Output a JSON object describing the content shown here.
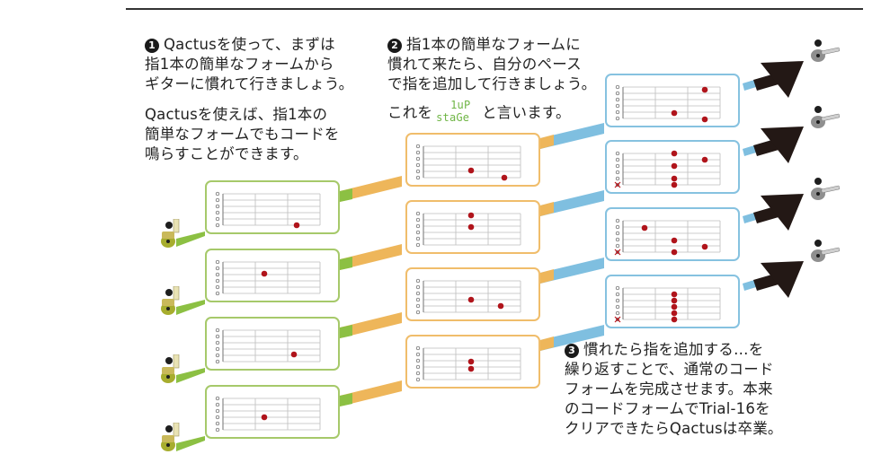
{
  "step1": {
    "number": "1",
    "lines_a": [
      "Qactusを使って、まずは",
      "指1本の簡単なフォームから",
      "ギターに慣れて行きましょう。"
    ],
    "lines_b": [
      "Qactusを使えば、指1本の",
      "簡単なフォームでもコードを",
      "鳴らすことができます。"
    ],
    "brand": "Qactus"
  },
  "step2": {
    "number": "2",
    "lines": [
      "指1本の簡単なフォームに",
      "慣れて来たら、自分のペース",
      "で指を追加して行きましょう。"
    ],
    "last_prefix": "これを",
    "last_suffix": "と言います。",
    "logo_top": "1uP",
    "logo_bottom": "staGe"
  },
  "step3": {
    "number": "3",
    "lines": [
      "慣れたら指を追加する…を",
      "繰り返すことで、通常のコード",
      "フォームを完成させます。本来",
      "のコードフォームでTrial-16を",
      "クリアできたらQactusは卒業。"
    ]
  },
  "colors": {
    "stage1": "#a6c96a",
    "stage2": "#f0bd6b",
    "stage3": "#86c2e0",
    "dot": "#b0141b",
    "mute": "#c0141b",
    "arrow": "#231815"
  }
}
